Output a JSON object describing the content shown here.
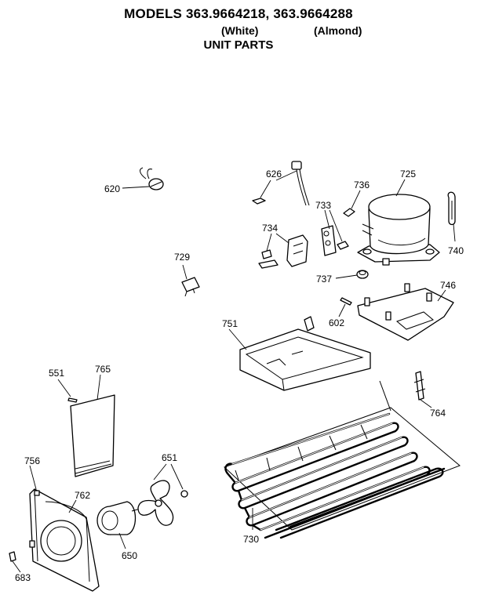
{
  "header": {
    "title": "MODELS 363.9664218, 363.9664288",
    "variant_white": "(White)",
    "variant_almond": "(Almond)",
    "subtitle": "UNIT PARTS"
  },
  "parts": {
    "p620": "620",
    "p626": "626",
    "p736": "736",
    "p725": "725",
    "p733": "733",
    "p734": "734",
    "p740": "740",
    "p729": "729",
    "p737": "737",
    "p746": "746",
    "p751": "751",
    "p602": "602",
    "p551": "551",
    "p765": "765",
    "p764": "764",
    "p756": "756",
    "p651": "651",
    "p762": "762",
    "p650": "650",
    "p730": "730",
    "p683": "683"
  }
}
